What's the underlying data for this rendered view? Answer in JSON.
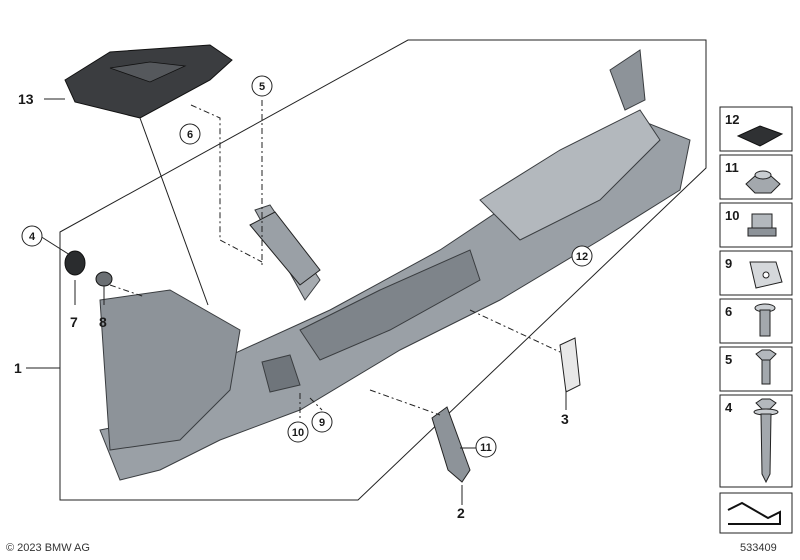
{
  "callouts": {
    "c1": "1",
    "c2": "2",
    "c3": "3",
    "c4": "4",
    "c5": "5",
    "c6": "6",
    "c7": "7",
    "c8": "8",
    "c9": "9",
    "c10": "10",
    "c11": "11",
    "c12": "12",
    "c13": "13"
  },
  "legend": [
    {
      "number": "12",
      "part": "pad-icon"
    },
    {
      "number": "11",
      "part": "hex-nut-icon"
    },
    {
      "number": "10",
      "part": "clip-nut-icon"
    },
    {
      "number": "9",
      "part": "spring-nut-icon"
    },
    {
      "number": "6",
      "part": "screw-icon"
    },
    {
      "number": "5",
      "part": "hex-bolt-icon"
    },
    {
      "number": "4",
      "part": "long-screw-icon"
    }
  ],
  "footer": {
    "copyright": "© 2023 BMW AG",
    "diagram_id": "533409"
  }
}
